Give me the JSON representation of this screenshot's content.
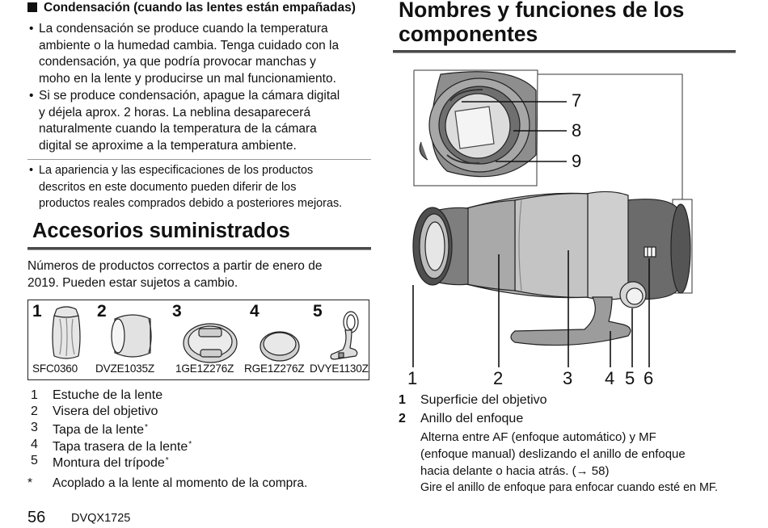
{
  "condensation": {
    "heading": "Condensación (cuando las lentes están empañadas)",
    "bullets": [
      [
        "La condensación se produce cuando la temperatura",
        "ambiente o la humedad cambia. Tenga cuidado con la",
        "condensación, ya que podría provocar manchas y",
        "moho en la lente y producirse un mal funcionamiento."
      ],
      [
        "Si se produce condensación, apague la cámara digital",
        "y déjela aprox. 2 horas. La neblina desaparecerá",
        "naturalmente cuando la temperatura de la cámara",
        "digital se aproxime a la temperatura ambiente."
      ]
    ]
  },
  "notice": [
    "La apariencia y las especificaciones de los productos",
    "descritos en este documento pueden diferir de los",
    "productos reales comprados debido a posteriores mejoras."
  ],
  "accessories": {
    "title": "Accesorios suministrados",
    "intro": [
      "Números de productos correctos a partir de enero de",
      "2019. Pueden estar sujetos a cambio."
    ],
    "items": [
      {
        "num": "1",
        "code": "SFC0360",
        "name": "Estuche de la lente",
        "mark": ""
      },
      {
        "num": "2",
        "code": "DVZE1035Z",
        "name": "Visera del objetivo",
        "mark": ""
      },
      {
        "num": "3",
        "code": "1GE1Z276Z",
        "name": "Tapa de la lente",
        "mark": "*"
      },
      {
        "num": "4",
        "code": "RGE1Z276Z",
        "name": "Tapa trasera de la lente",
        "mark": "*"
      },
      {
        "num": "5",
        "code": "DVYE1130Z",
        "name": "Montura del trípode",
        "mark": "*"
      }
    ],
    "footnote_mark": "*",
    "footnote": "Acoplado a la lente al momento de la compra."
  },
  "footer": {
    "page": "56",
    "model": "DVQX1725"
  },
  "components": {
    "title": [
      "Nombres y funciones de los",
      "componentes"
    ],
    "inset_callouts": [
      "7",
      "8",
      "9"
    ],
    "main_callouts": [
      "1",
      "2",
      "3",
      "4",
      "5",
      "6"
    ],
    "labels": [
      {
        "num": "1",
        "text": "Superficie del objetivo"
      },
      {
        "num": "2",
        "text": "Anillo del enfoque"
      }
    ],
    "focus_desc": [
      "Alterna entre AF (enfoque automático) y MF",
      "(enfoque manual) deslizando el anillo de enfoque",
      "hacia delante o hacia atrás.  (→ 58)"
    ],
    "focus_note": "Gire el anillo de enfoque para enfocar cuando esté en MF."
  }
}
